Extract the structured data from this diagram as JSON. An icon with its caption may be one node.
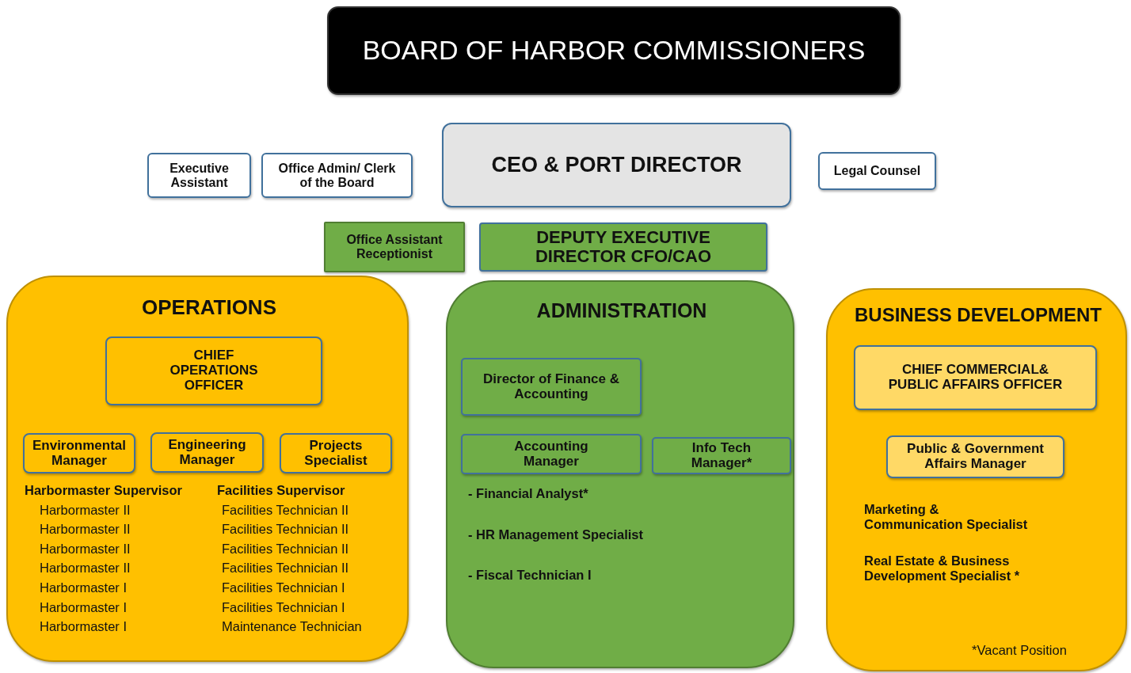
{
  "diagram": {
    "nodes": [
      {
        "text": [
          "BOARD OF HARBOR COMMISSIONERS"
        ]
      },
      {
        "text": [
          "Executive Assistant"
        ]
      },
      {
        "text": [
          "Office Admin/ Clerk of the Board"
        ]
      },
      {
        "text": [
          "CEO & PORT DIRECTOR"
        ]
      },
      {
        "text": [
          "Legal Counsel"
        ]
      },
      {
        "text": [
          "Office Assistant Receptionist"
        ]
      },
      {
        "text": [
          "DEPUTY EXECUTIVE DIRECTOR CFO/CAO"
        ]
      },
      {
        "text": [
          "OPERATIONS",
          "Harbormaster Supervisor",
          "Harbormaster II",
          "Harbormaster II",
          "Harbormaster II",
          "Harbormaster II",
          "Harbormaster I",
          "Harbormaster I",
          "Harbormaster I",
          "Facilities Supervisor",
          "Facilities Technician II",
          "Facilities Technician II",
          "Facilities Technician II",
          "Facilities Technician II",
          "Facilities Technician I",
          "Facilities Technician I",
          "Maintenance Technician"
        ]
      },
      {
        "text": [
          "CHIEF OPERATIONS OFFICER"
        ],
        "in": 7
      },
      {
        "text": [
          "Environmental Manager"
        ],
        "in": 7
      },
      {
        "text": [
          "Engineering Manager"
        ],
        "in": 7
      },
      {
        "text": [
          "Projects Specialist"
        ],
        "in": 7
      },
      {
        "text": [
          "ADMINISTRATION",
          "- Financial Analyst*",
          "- HR Management Specialist",
          "- Fiscal Technician I"
        ]
      },
      {
        "text": [
          "Director of Finance & Accounting"
        ],
        "in": 12
      },
      {
        "text": [
          "Accounting Manager"
        ],
        "in": 12
      },
      {
        "text": [
          "Info Tech Manager*"
        ],
        "in": 12
      },
      {
        "text": [
          "BUSINESS DEVELOPMENT",
          "Marketing & Communication Specialist",
          "Real Estate & Business Development Specialist *",
          "*Vacant Position"
        ]
      },
      {
        "text": [
          "CHIEF COMMERCIAL& PUBLIC AFFAIRS OFFICER"
        ],
        "in": 16
      },
      {
        "text": [
          "Public & Government Affairs Manager"
        ],
        "in": 16
      }
    ]
  }
}
